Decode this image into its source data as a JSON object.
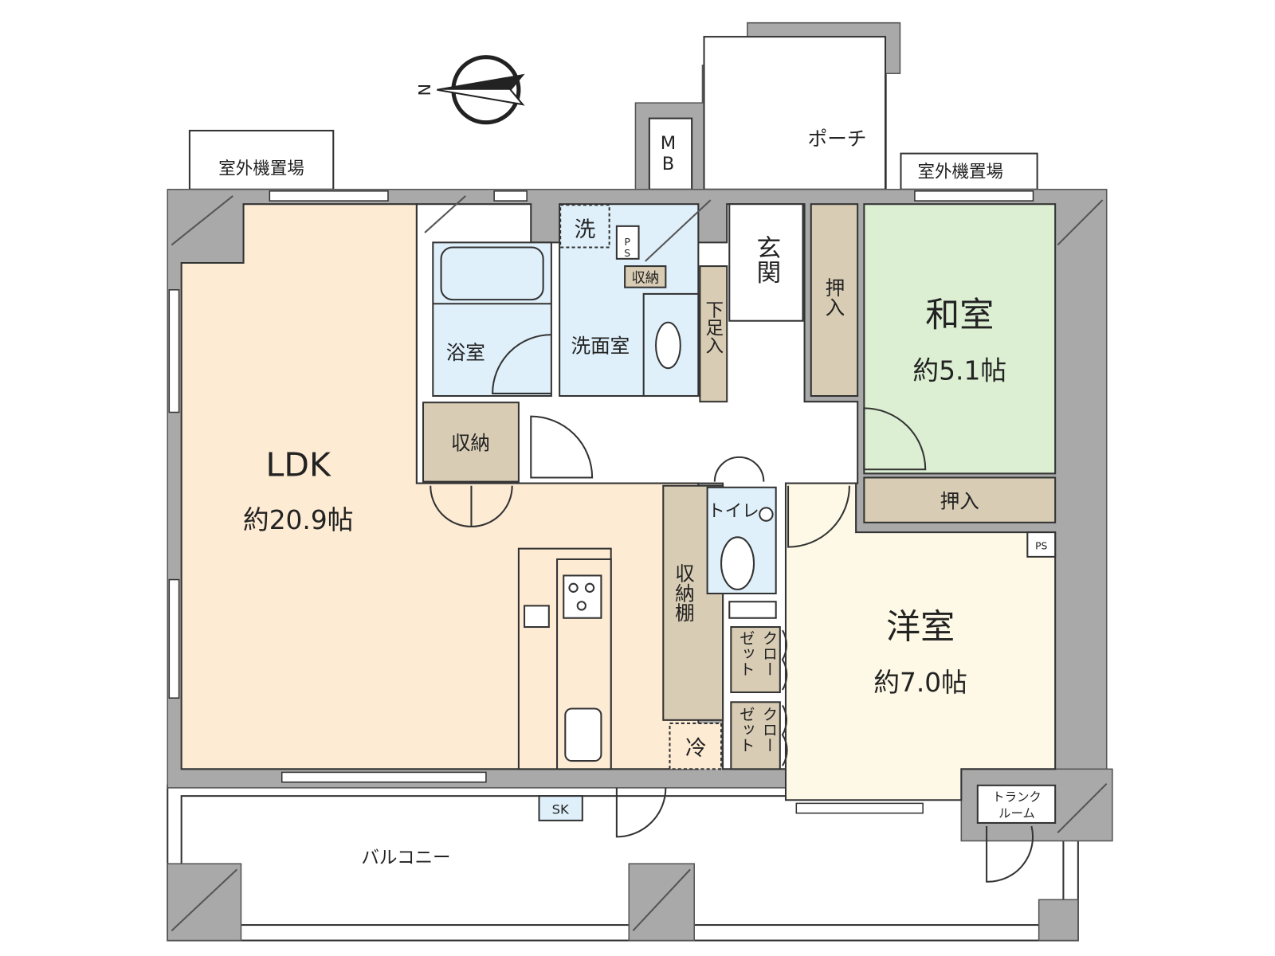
{
  "compass": {
    "label": "N"
  },
  "colors": {
    "ldk": "#fdebd4",
    "wet": "#dff0fb",
    "washitsu": "#dcefd3",
    "yoshitsu": "#fdf9e6",
    "storage": "#d8ccb4",
    "wall": "#a9a9a9"
  },
  "rooms": {
    "ldk": {
      "name": "LDK",
      "size": "約20.9帖"
    },
    "washitsu": {
      "name": "和室",
      "size": "約5.1帖"
    },
    "yoshitsu": {
      "name": "洋室",
      "size": "約7.0帖"
    },
    "bath": "浴室",
    "washroom": "洗面室",
    "washer": "洗",
    "ps": "PS",
    "ps_small": "PS",
    "storage_wash": "収納",
    "shoe": "下足入",
    "entrance": "玄関",
    "porch": "ポーチ",
    "mb": "MB",
    "oshiire_left": "押入",
    "oshiire_bottom": "押入",
    "storage_hall": "収納",
    "shelf": "収納棚",
    "fridge": "冷",
    "toilet": "トイレ",
    "closet_lines": [
      "クロー",
      "ゼット"
    ],
    "sk": "SK",
    "trunk_lines": [
      "トランク",
      "ルーム"
    ],
    "outdoor_unit_left": "室外機置場",
    "outdoor_unit_right": "室外機置場",
    "balcony": "バルコニー"
  }
}
